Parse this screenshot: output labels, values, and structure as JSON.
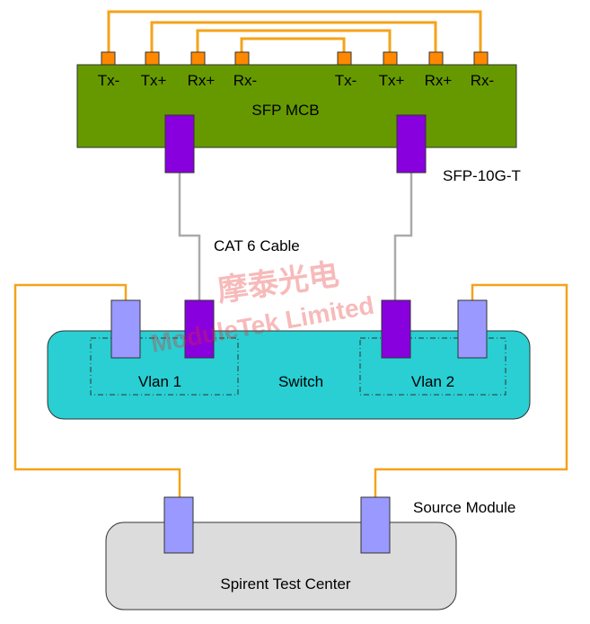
{
  "colors": {
    "board": "#669900",
    "switch": "#29cfd3",
    "tester": "#dcdcdc",
    "fiber": "#f4a31a",
    "copper": "#aaaaaa",
    "port_orange": "#ff8800",
    "sfp_purple": "#8800dd",
    "port_lavender": "#9999ff"
  },
  "board": {
    "label": "SFP MCB",
    "pins": [
      "Tx-",
      "Tx+",
      "Rx+",
      "Rx-",
      "Tx-",
      "Tx+",
      "Rx+",
      "Rx-"
    ]
  },
  "module_label": "SFP-10G-T",
  "cable_label": "CAT 6 Cable",
  "switch": {
    "label": "Switch",
    "vlans": [
      "Vlan 1",
      "Vlan 2"
    ]
  },
  "source_label": "Source Module",
  "tester_label": "Spirent Test Center",
  "watermark": {
    "cn": "摩泰光电",
    "en": "ModuleTek Limited"
  }
}
